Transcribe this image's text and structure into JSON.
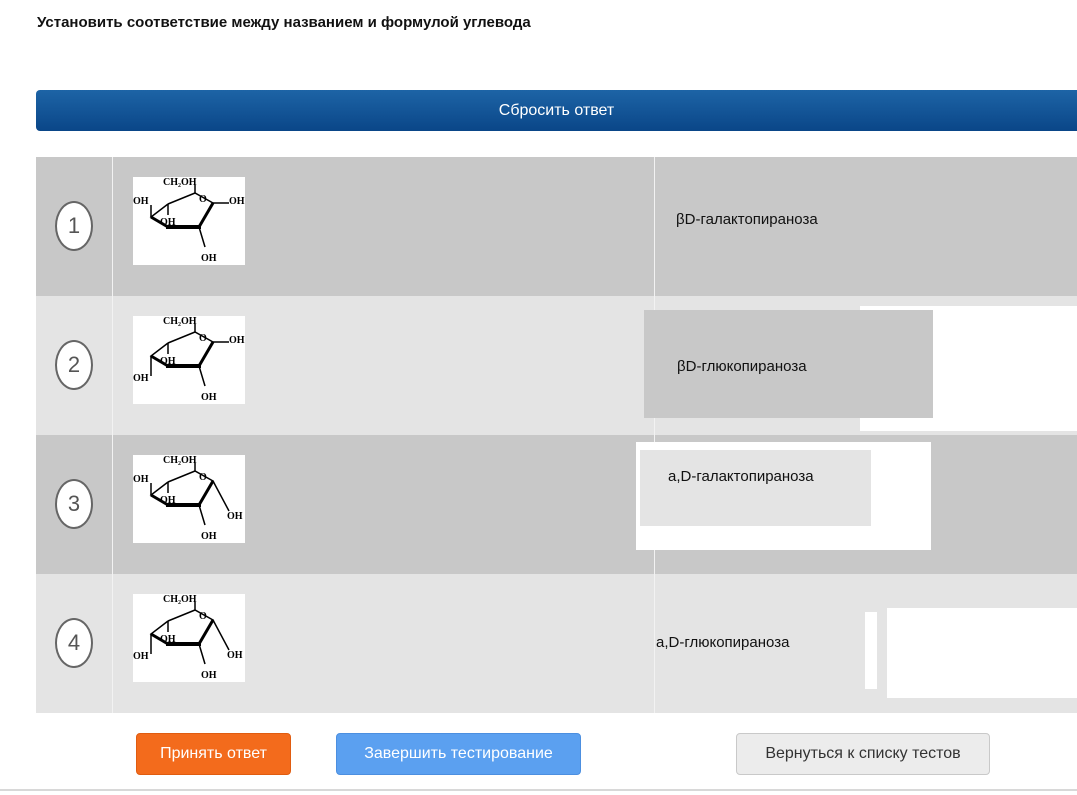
{
  "title": "Установить соответствие между названием и формулой углевода",
  "reset_label": "Сбросить ответ",
  "structure_labels": {
    "ch2oh": "CH₂OH",
    "o": "O",
    "oh": "OH"
  },
  "rows": [
    {
      "number": "1",
      "answer": "βD-галактопираноза"
    },
    {
      "number": "2",
      "answer": "βD-глюкопираноза"
    },
    {
      "number": "3",
      "answer": "a,D-галактопираноза"
    },
    {
      "number": "4",
      "answer": "a,D-глюкопираноза"
    }
  ],
  "buttons": {
    "accept": "Принять ответ",
    "finish": "Завершить тестирование",
    "back": "Вернуться к списку тестов"
  },
  "colors": {
    "header_blue": "#0a4688",
    "accept_orange": "#f36b1c",
    "finish_blue": "#5ba0f0"
  }
}
